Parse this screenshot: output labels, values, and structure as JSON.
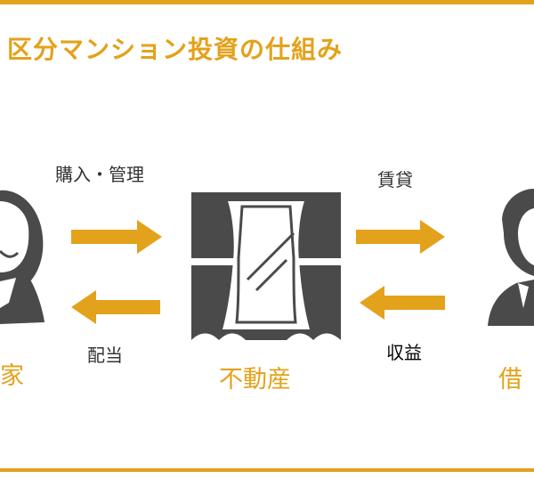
{
  "title": "区分マンション投資の仕組み",
  "nodes": {
    "investor": "家",
    "property": "不動産",
    "tenant": "借"
  },
  "flows": {
    "purchase_management": "購入・管理",
    "dividend": "配当",
    "lease": "賃貸",
    "revenue": "収益"
  },
  "colors": {
    "accent": "#e3a21b",
    "figure": "#4a4a4a",
    "text": "#333333"
  },
  "icons": {
    "investor": "woman-icon",
    "property": "window-curtain-icon",
    "tenant": "man-icon"
  }
}
